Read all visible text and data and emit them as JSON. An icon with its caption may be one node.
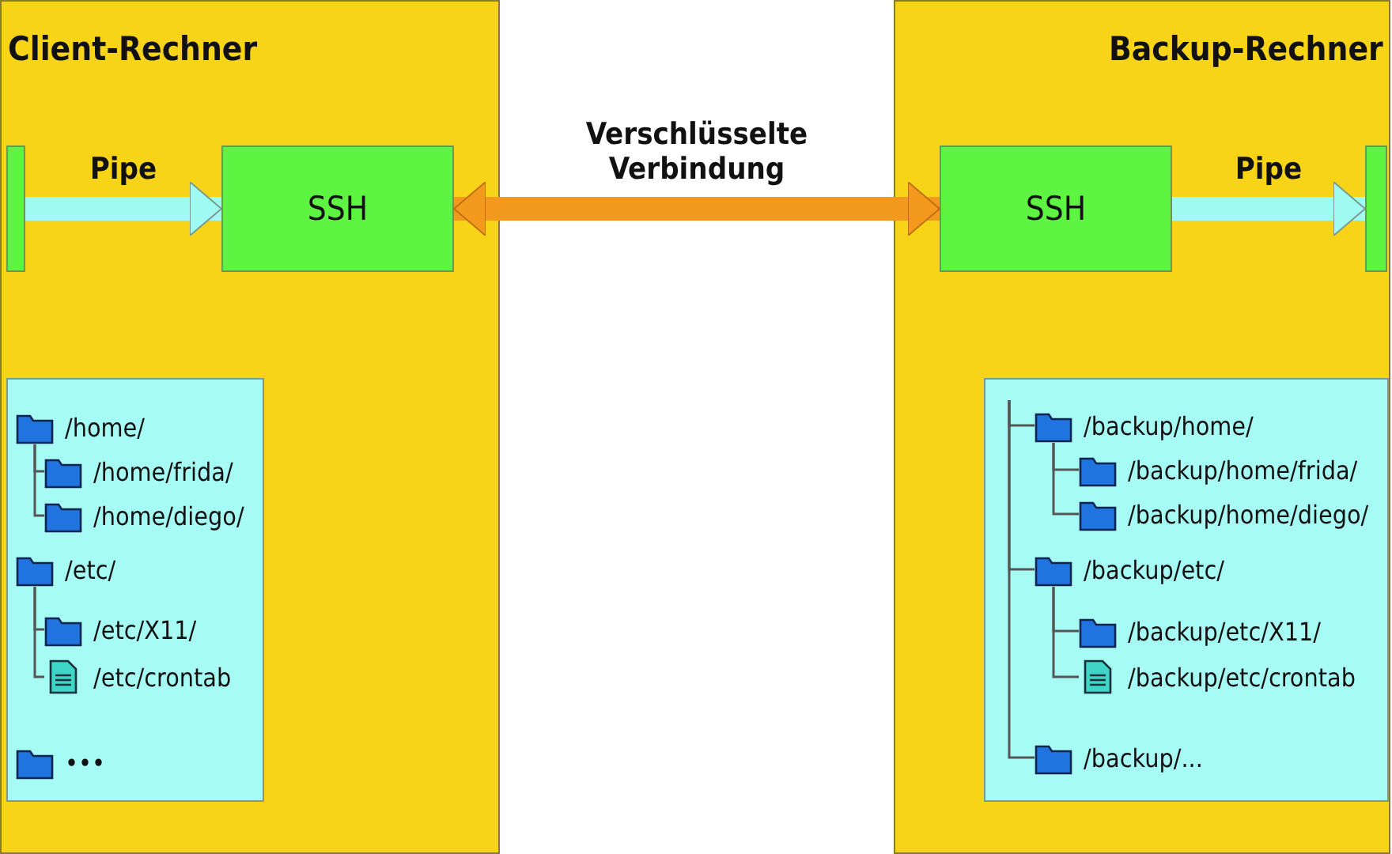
{
  "diagram": {
    "nodes": [
      {
        "text": [
          "Client-Rechner"
        ]
      },
      {
        "text": [],
        "shape": "box",
        "in": 0
      },
      {
        "text": [
          "SSH"
        ],
        "in": 0
      },
      {
        "text": [],
        "shape": "box",
        "in": 0
      },
      {
        "text": [
          "/home/"
        ],
        "in": 3
      },
      {
        "text": [
          "/home/frida/"
        ],
        "in": 3
      },
      {
        "text": [
          "/home/diego/"
        ],
        "in": 3
      },
      {
        "text": [
          "/etc/"
        ],
        "in": 3
      },
      {
        "text": [
          "/etc/X11/"
        ],
        "in": 3
      },
      {
        "text": [
          "/etc/crontab"
        ],
        "in": 3
      },
      {
        "text": [
          "•••"
        ],
        "in": 3
      },
      {
        "text": [
          "Backup-Rechner"
        ]
      },
      {
        "text": [
          "SSH"
        ],
        "in": 11
      },
      {
        "text": [],
        "shape": "box",
        "in": 11
      },
      {
        "text": [],
        "shape": "box",
        "in": 11
      },
      {
        "text": [
          "/backup/home/"
        ],
        "in": 14
      },
      {
        "text": [
          "/backup/home/frida/"
        ],
        "in": 14
      },
      {
        "text": [
          "/backup/home/diego/"
        ],
        "in": 14
      },
      {
        "text": [
          "/backup/etc/"
        ],
        "in": 14
      },
      {
        "text": [
          "/backup/etc/X11/"
        ],
        "in": 14
      },
      {
        "text": [
          "/backup/etc/crontab"
        ],
        "in": 14
      },
      {
        "text": [
          "/backup/..."
        ],
        "in": 14
      }
    ],
    "edges": [
      {
        "from": 1,
        "to": 2,
        "arrow": "to",
        "label": "Pipe",
        "style": "thick",
        "color": "#a0fbf3"
      },
      {
        "from": 2,
        "to": 12,
        "arrow": "both",
        "label": "Verschlüsselte Verbindung",
        "style": "thick",
        "color": "#f39a1e"
      },
      {
        "from": 12,
        "to": 13,
        "arrow": "to",
        "label": "Pipe",
        "style": "thick",
        "color": "#a0fbf3"
      },
      {
        "from": 4,
        "to": 5,
        "arrow": "none"
      },
      {
        "from": 4,
        "to": 6,
        "arrow": "none"
      },
      {
        "from": 7,
        "to": 8,
        "arrow": "none"
      },
      {
        "from": 7,
        "to": 9,
        "arrow": "none"
      },
      {
        "from": null,
        "to": 15,
        "arrow": "none"
      },
      {
        "from": 15,
        "to": 16,
        "arrow": "none"
      },
      {
        "from": 15,
        "to": 17,
        "arrow": "none"
      },
      {
        "from": null,
        "to": 18,
        "arrow": "none"
      },
      {
        "from": 18,
        "to": 19,
        "arrow": "none"
      },
      {
        "from": 18,
        "to": 20,
        "arrow": "none"
      },
      {
        "from": null,
        "to": 21,
        "arrow": "none"
      }
    ]
  }
}
